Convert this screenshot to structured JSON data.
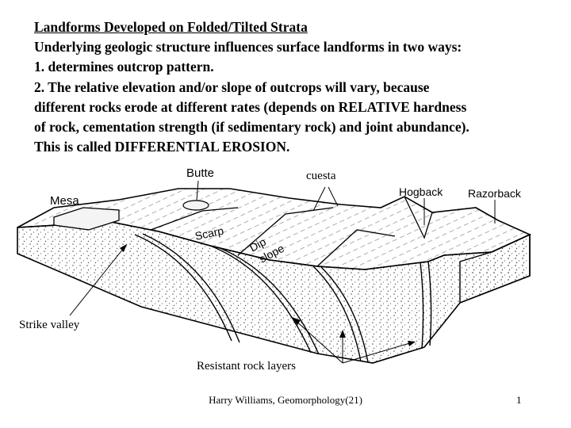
{
  "header": {
    "title": "Landforms Developed on Folded/Tilted Strata",
    "lines": [
      "Underlying geologic structure influences surface landforms in two ways:",
      "1. determines outcrop pattern.",
      "2. The relative elevation and/or slope of outcrops will vary, because",
      "different rocks erode at different rates (depends on RELATIVE hardness",
      "of rock, cementation strength (if sedimentary rock) and joint abundance).",
      "This is called DIFFERENTIAL EROSION."
    ]
  },
  "diagram": {
    "drawn_labels": {
      "butte": "Butte",
      "mesa": "Mesa",
      "hogback": "Hogback",
      "razorback": "Razorback",
      "scarp": "Scarp",
      "dip_slope": [
        "Dip",
        "slope"
      ]
    },
    "callouts": {
      "cuesta": "cuesta",
      "strike_valley": "Strike valley",
      "resistant_rock_layers": "Resistant rock layers"
    }
  },
  "footer": {
    "credit": "Harry Williams, Geomorphology(21)",
    "page_number": "1"
  }
}
